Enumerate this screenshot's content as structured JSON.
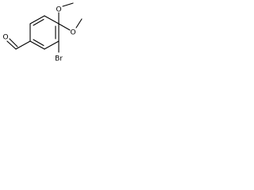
{
  "molecule": {
    "atoms": {
      "aldehyde_oxygen": "O",
      "methoxy_oxygen_top": "O",
      "methoxy_oxygen_right": "O",
      "bromine": "Br"
    }
  }
}
